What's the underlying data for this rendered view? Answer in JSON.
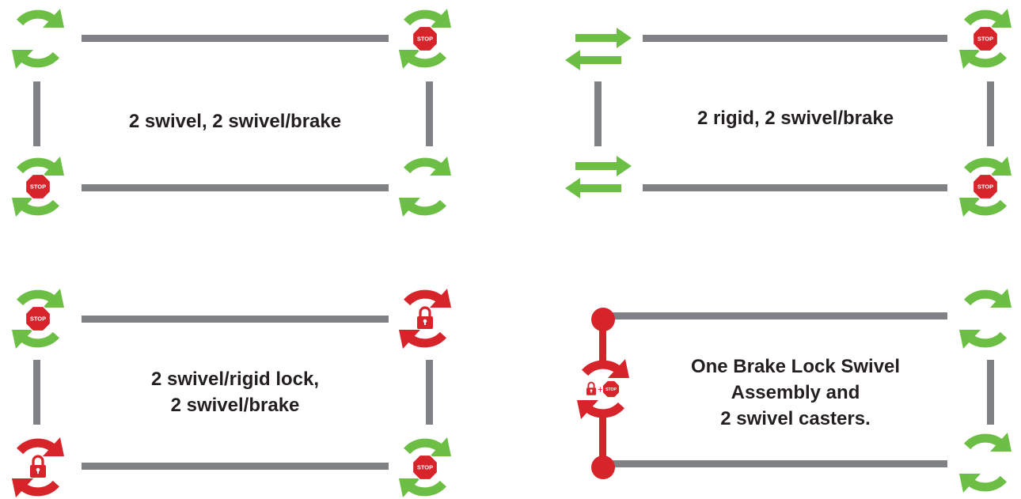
{
  "colors": {
    "swivel": "#6cbe45",
    "lock": "#d7232a",
    "bar": "#808184",
    "stop": "#d7232a",
    "text": "#231f20"
  },
  "icons": {
    "swivel": "circular-arrows-icon",
    "stop": "stop-sign-icon",
    "lock": "padlock-icon",
    "rigid": "double-arrow-icon"
  },
  "stop_text": "STOP",
  "plus_text": "+",
  "panels": [
    {
      "label_lines": [
        "2 swivel, 2 swivel/brake"
      ]
    },
    {
      "label_lines": [
        "2 rigid, 2 swivel/brake"
      ]
    },
    {
      "label_lines": [
        "2 swivel/rigid lock,",
        "2 swivel/brake"
      ]
    },
    {
      "label_lines": [
        "One Brake Lock Swivel",
        "Assembly and",
        "2 swivel casters."
      ]
    }
  ]
}
